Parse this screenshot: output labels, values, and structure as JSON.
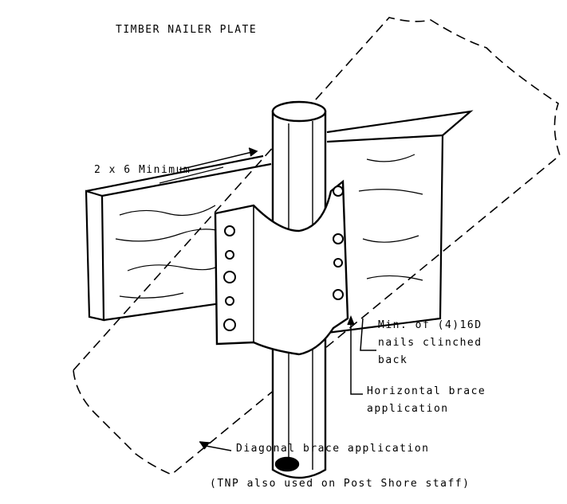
{
  "title": "TIMBER NAILER PLATE",
  "labels": {
    "min_size": "2 x 6 Minimum",
    "nails_line1": "Min. of (4)16D",
    "nails_line2": "nails clinched",
    "nails_line3": "back",
    "horizontal_line1": "Horizontal brace",
    "horizontal_line2": "application",
    "diagonal": "Diagonal brace application",
    "note": "(TNP also used on Post Shore staff)"
  },
  "colors": {
    "ink": "#000000",
    "paper": "#ffffff"
  }
}
